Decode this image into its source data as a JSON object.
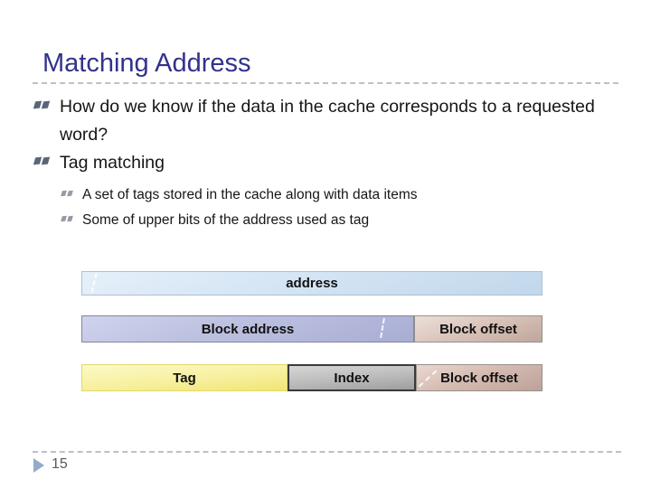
{
  "slide": {
    "title": "Matching Address",
    "page_number": "15"
  },
  "bullets": [
    {
      "level": 1,
      "text": "How do we know if the data in the cache corresponds to a requested word?"
    },
    {
      "level": 1,
      "text": "Tag matching"
    },
    {
      "level": 2,
      "text": "A set of tags stored in the cache along with data items"
    },
    {
      "level": 2,
      "text": "Some of upper bits of the address used as tag"
    }
  ],
  "diagram": {
    "row1": {
      "address": "address"
    },
    "row2": {
      "block_address": "Block address",
      "block_offset": "Block offset"
    },
    "row3": {
      "tag": "Tag",
      "index": "Index",
      "block_offset": "Block offset"
    }
  },
  "colors": {
    "title": "#32328c",
    "address_bar": "#cfe1f2",
    "block_address": "#b4b9dc",
    "block_offset": "#ccb2a7",
    "tag": "#f6ee8e",
    "index": "#b5b5b5",
    "divider": "#b9c1cc",
    "arrow": "#94aac8"
  }
}
